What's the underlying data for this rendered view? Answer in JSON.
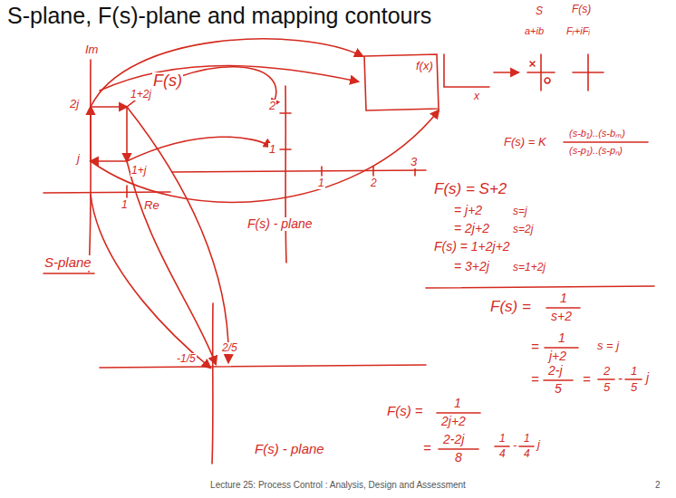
{
  "diagram": {
    "title": "S-plane, F(s)-plane and mapping contours",
    "caption": "Lecture 25: Process Control : Analysis, Design and Assessment",
    "labels": [
      "Im",
      "2j",
      "1+2j",
      "j",
      "1+j",
      "1",
      "Re",
      "S-plane",
      "F(s)",
      "2",
      "1",
      "1",
      "2",
      "3",
      "F(s) - plane",
      "-1/5",
      "2/5",
      "F(s) - plane",
      "S",
      "F(s)",
      "a+ib",
      "Fᵣ+iFᵢ",
      "f(x)",
      "x",
      "F(s) = K",
      "(s-b₁)..(s-bₘ)",
      "(s-p₁)..(s-pₙ)",
      "F(s) = S+2",
      "= j+2",
      "s=j",
      "= 2j+2",
      "s=2j",
      "F(s) = 1+2j+2",
      "= 3+2j",
      "s=1+2j",
      "F(s) =",
      "1",
      "s+2",
      "=",
      "1",
      "j+2",
      "s = j",
      "=",
      "2-j",
      "5",
      "=",
      "2",
      "5",
      "-",
      "1",
      "5",
      "j",
      "F(s) =",
      "1",
      "2j+2",
      "=",
      "2-2j",
      "8",
      "1",
      "4",
      "-",
      "1",
      "4",
      "j",
      "2"
    ]
  }
}
